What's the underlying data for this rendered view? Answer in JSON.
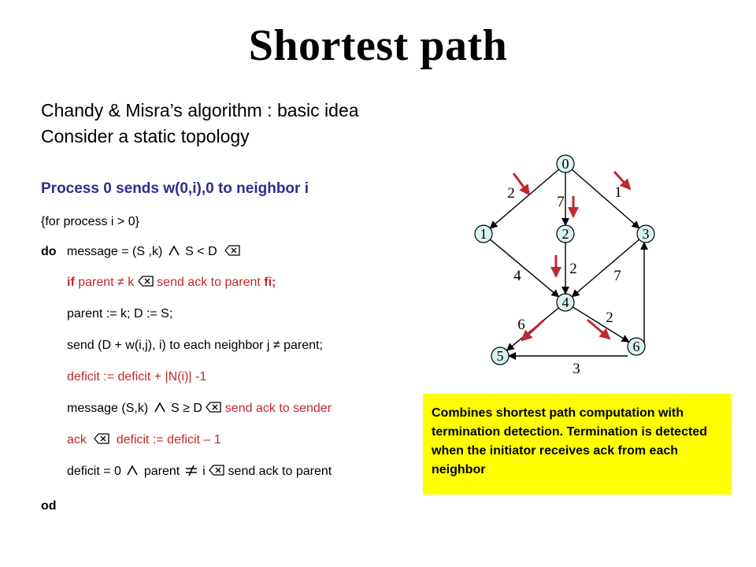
{
  "title": "Shortest path",
  "intro": {
    "line1": "Chandy & Misra’s algorithm : basic idea",
    "line2": "Consider a static topology"
  },
  "heading": "Process 0 sends w(0,i),0 to neighbor i",
  "code": {
    "line1": "{for process i > 0}",
    "do_kw": "do",
    "line2_text": "message = (S ,k) ",
    "line2_mid": " S < D ",
    "if_kw": "if",
    "line3_mid": " parent ≠ k ",
    "line3_tail": " send ack to parent ",
    "fi_kw": "fi;",
    "line4": "parent := k; D := S;",
    "line5": "send (D + w(i,j), i) to each neighbor j ≠ parent;",
    "line6": "deficit := deficit + |N(i)| -1",
    "line7_a": "message (S,k) ",
    "line7_b": " S ≥ D ",
    "line7_c": " send ack to sender",
    "line8_a": "ack ",
    "line8_b": " deficit := deficit – 1",
    "line9_a": "deficit = 0 ",
    "line9_b": " parent ",
    "line9_c": " i ",
    "line9_d": " send ack to parent",
    "od_kw": "od"
  },
  "note": "Combines shortest path computation with termination detection. Termination is detected when the initiator receives ack from each neighbor",
  "graph": {
    "nodes": [
      {
        "id": "0",
        "label": "0"
      },
      {
        "id": "1",
        "label": "1"
      },
      {
        "id": "2",
        "label": "2"
      },
      {
        "id": "3",
        "label": "3"
      },
      {
        "id": "4",
        "label": "4"
      },
      {
        "id": "5",
        "label": "5"
      },
      {
        "id": "6",
        "label": "6"
      }
    ],
    "edges": [
      {
        "from": "0",
        "to": "1",
        "weight": "2"
      },
      {
        "from": "0",
        "to": "2",
        "weight": "7"
      },
      {
        "from": "0",
        "to": "3",
        "weight": "1"
      },
      {
        "from": "1",
        "to": "4",
        "weight": "4"
      },
      {
        "from": "2",
        "to": "4",
        "weight": "2"
      },
      {
        "from": "3",
        "to": "4",
        "weight": "7"
      },
      {
        "from": "4",
        "to": "5",
        "weight": "6"
      },
      {
        "from": "4",
        "to": "6",
        "weight": "2"
      },
      {
        "from": "6",
        "to": "5",
        "weight": "3"
      },
      {
        "from": "6",
        "to": "3",
        "weight": ""
      }
    ],
    "node_color": "#d8f2f2",
    "arrow_color": "#c0282d"
  }
}
